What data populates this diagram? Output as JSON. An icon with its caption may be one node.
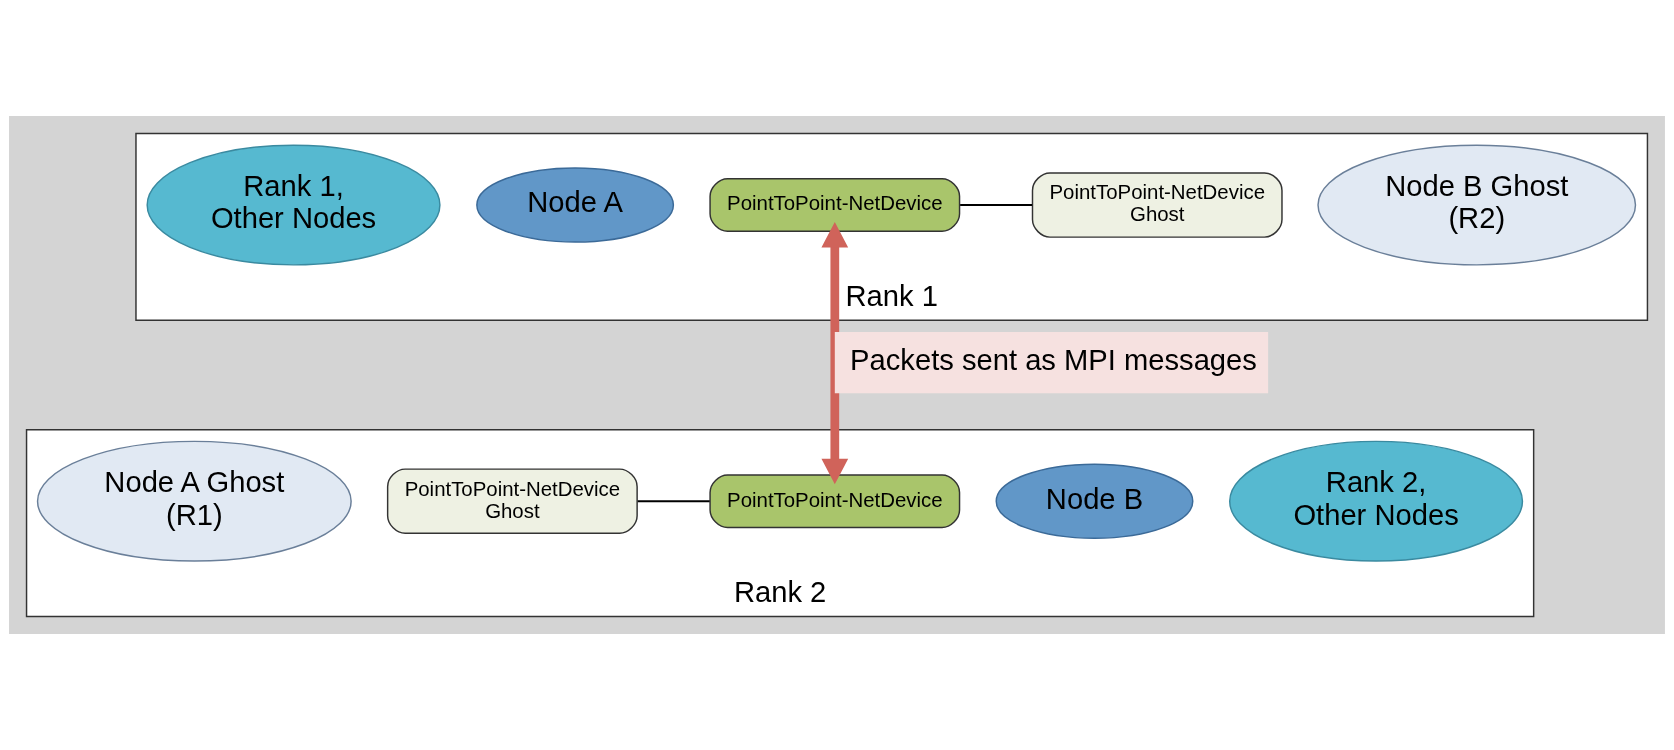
{
  "diagram": {
    "nodes": [
      {
        "text": [
          "Rank 1"
        ]
      },
      {
        "text": [
          "Rank 1, Other Nodes"
        ],
        "in": 0
      },
      {
        "text": [
          "Node A"
        ],
        "in": 0
      },
      {
        "text": [
          "PointToPoint-NetDevice"
        ],
        "in": 0
      },
      {
        "text": [
          "PointToPoint-NetDevice Ghost"
        ],
        "in": 0
      },
      {
        "text": [
          "Node B Ghost (R2)"
        ],
        "in": 0
      },
      {
        "text": [
          "Rank 2"
        ]
      },
      {
        "text": [
          "Node A Ghost (R1)"
        ],
        "in": 6
      },
      {
        "text": [
          "PointToPoint-NetDevice Ghost"
        ],
        "in": 6
      },
      {
        "text": [
          "PointToPoint-NetDevice"
        ],
        "in": 6
      },
      {
        "text": [
          "Node B"
        ],
        "in": 6
      },
      {
        "text": [
          "Rank 2, Other Nodes"
        ],
        "in": 6
      }
    ],
    "edges": [
      {
        "from": 3,
        "to": 4,
        "arrow": "none"
      },
      {
        "from": 8,
        "to": 9,
        "arrow": "none"
      },
      {
        "from": 3,
        "to": 9,
        "arrow": "both",
        "label": "Packets sent as MPI messages",
        "style": "thick",
        "color": "#d0635a"
      }
    ]
  }
}
